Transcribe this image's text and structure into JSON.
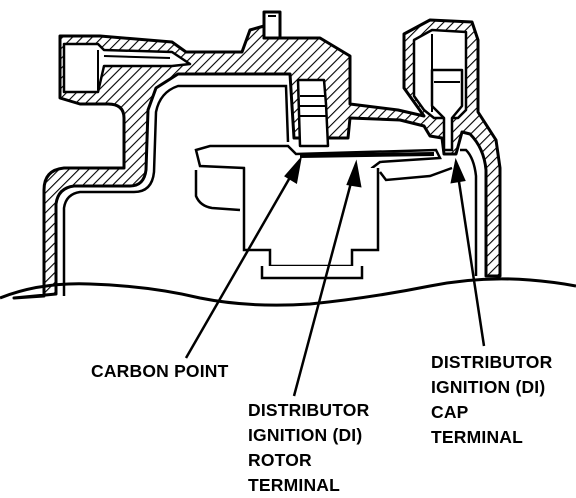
{
  "labels": {
    "carbon_point": "CARBON POINT",
    "rotor_terminal": [
      "DISTRIBUTOR",
      "IGNITION (DI)",
      "ROTOR",
      "TERMINAL"
    ],
    "cap_terminal": [
      "DISTRIBUTOR",
      "IGNITION (DI)",
      "CAP",
      "TERMINAL"
    ]
  },
  "colors": {
    "ink": "#000000",
    "paper": "#ffffff"
  }
}
